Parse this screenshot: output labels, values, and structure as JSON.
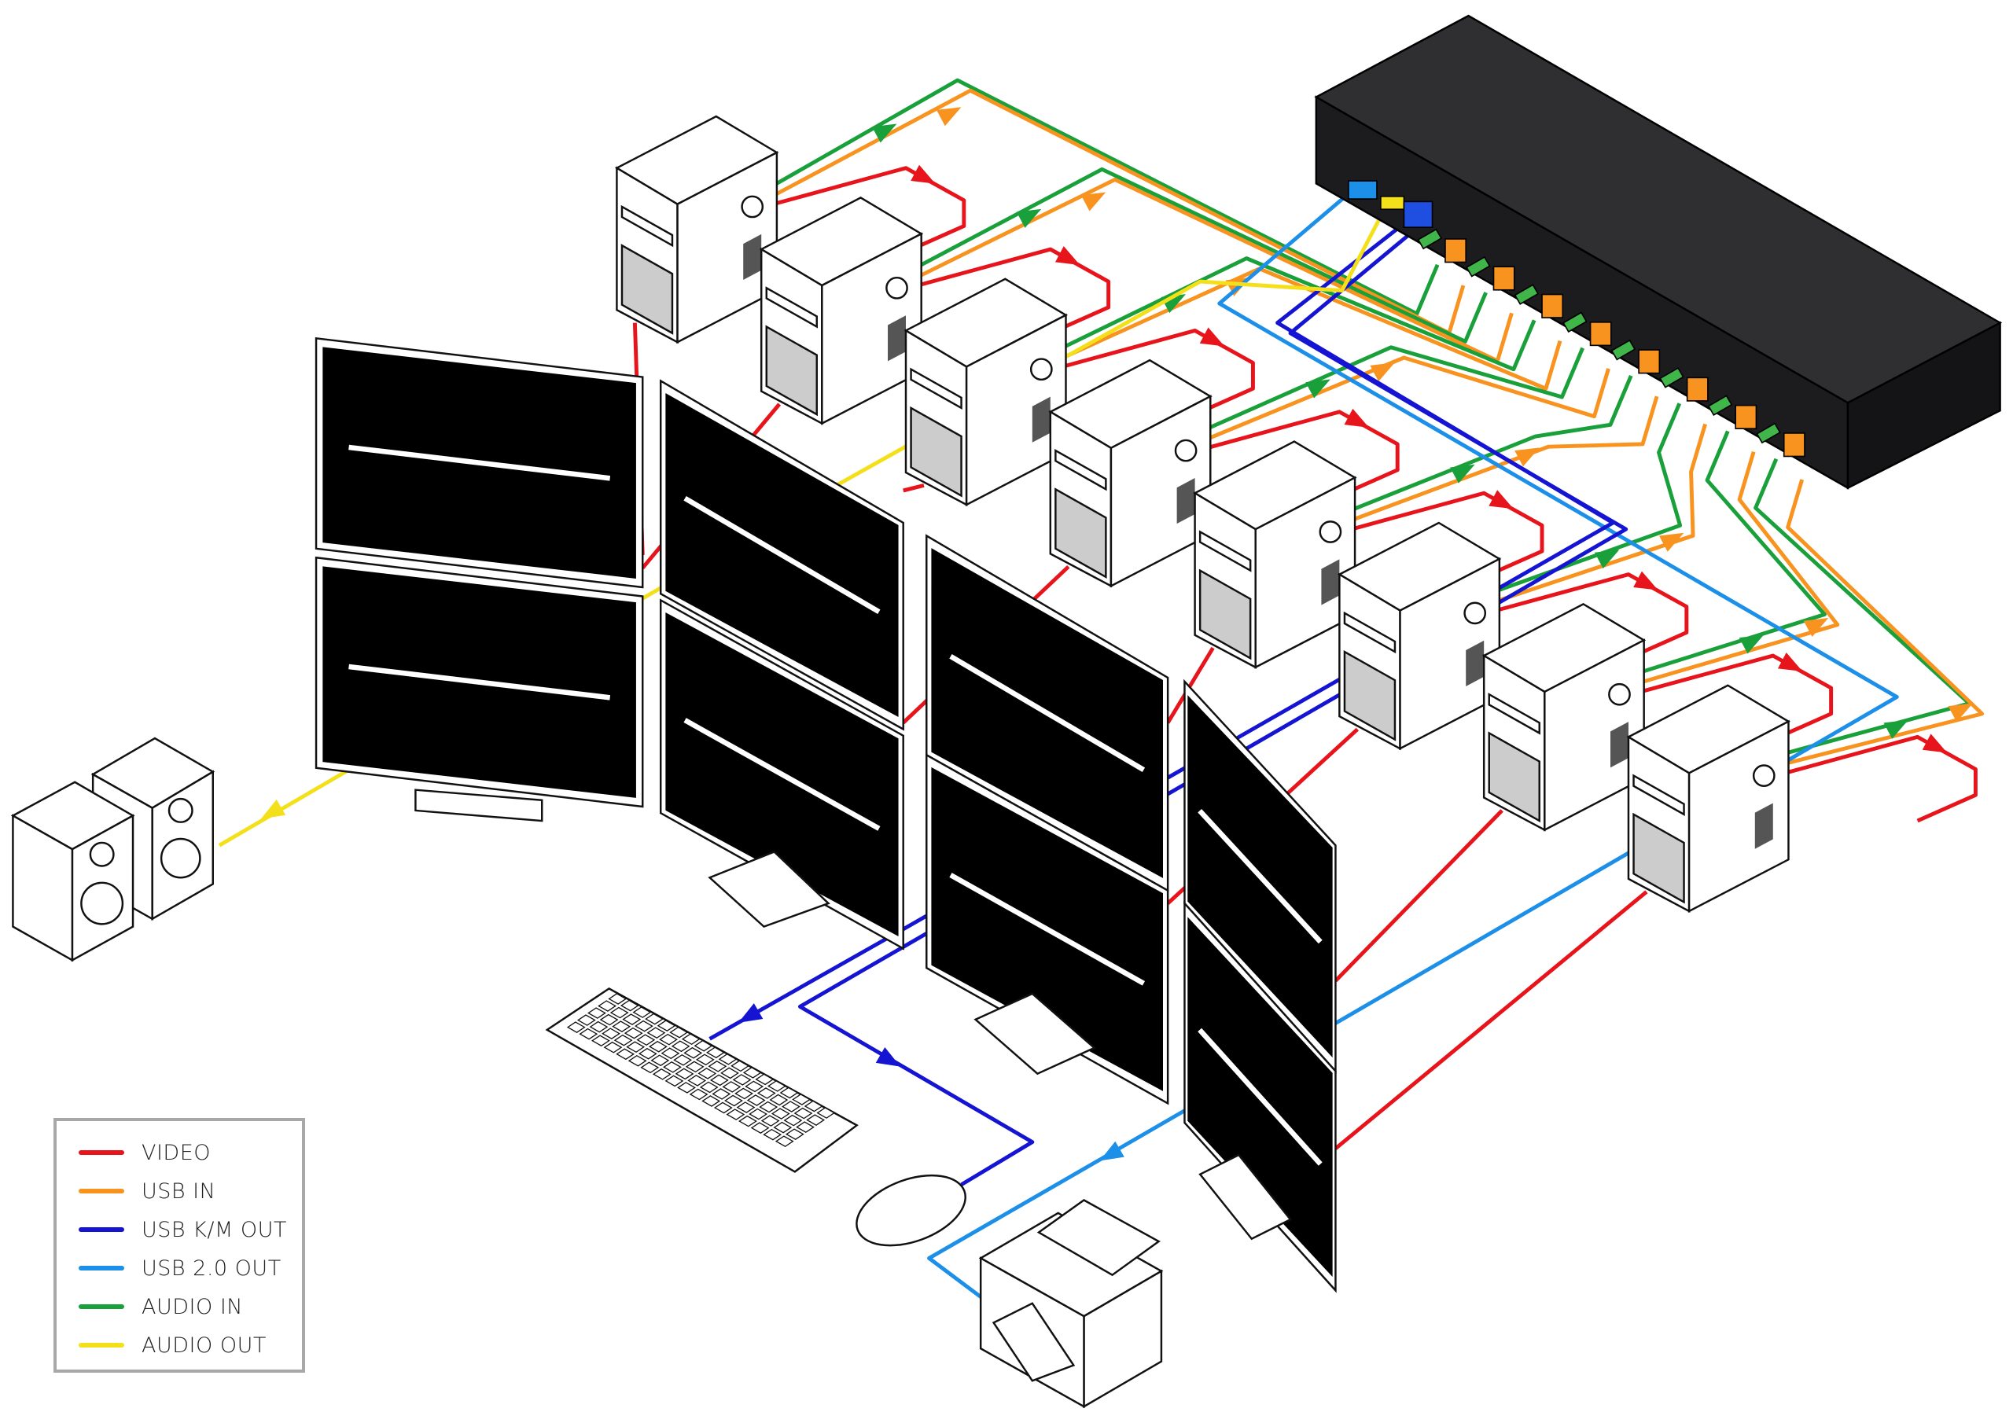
{
  "legend": {
    "items": [
      {
        "label": "VIDEO",
        "color": "#e8141b"
      },
      {
        "label": "USB IN",
        "color": "#f7931e"
      },
      {
        "label": "USB K/M OUT",
        "color": "#1414d2"
      },
      {
        "label": "USB 2.0 OUT",
        "color": "#1c8fe8"
      },
      {
        "label": "AUDIO IN",
        "color": "#1aa03a"
      },
      {
        "label": "AUDIO OUT",
        "color": "#f4e01a"
      }
    ]
  },
  "devices": {
    "kvm_switch": {
      "color": "#2b2b2d",
      "ports": 8
    },
    "computers": 8,
    "monitors": 8,
    "peripherals": [
      "speakers",
      "keyboard",
      "mouse",
      "printer"
    ]
  }
}
